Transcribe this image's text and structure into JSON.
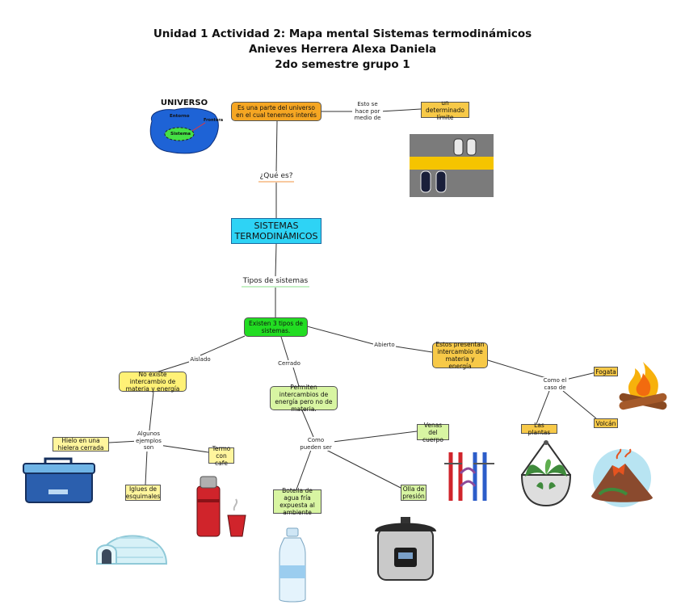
{
  "title": {
    "line1": "Unidad 1 Actividad 2: Mapa mental Sistemas termodinámicos",
    "line2": "Anieves Herrera Alexa Daniela",
    "line3": "2do semestre grupo 1"
  },
  "universe": {
    "title": "UNIVERSO",
    "entorno": "Entorno",
    "frontera": "Frontera",
    "sistema": "Sistema"
  },
  "nodes": {
    "definition": "Es una parte del universo en el cual tenemos interés",
    "limit": "un determinado límite",
    "main": "SISTEMAS TERMODINÁMICOS",
    "types": "Existen 3 tipos de sistemas.",
    "no_exchange": "No existe intercambio de materia y energía",
    "energy_exchange": "Permiten intercambios de energía pero no de materia.",
    "open_exchange": "Estos presentan intercambio de materia y energía",
    "hielo": "Hielo en una hielera cerrada",
    "termo": "Termo con cafe",
    "iglues": "Iglues de esquimales",
    "venas": "Venas del cuerpo",
    "botella": "Botella de agua fría expuesta al ambiente",
    "olla": "Olla de presión",
    "fogata": "Fogata",
    "plantas": "Las plantas",
    "volcan": "Volcán"
  },
  "labels": {
    "esto": "Esto se hace por medio de",
    "que_es": "¿Qué es?",
    "tipos": "Tipos de sistemas",
    "aislado": "Aislado",
    "cerrado": "Cerrado",
    "abierto": "Abierto",
    "ejemplos": "Algunos ejemplos son",
    "como_pueden": "Como pueden ser",
    "como_caso": "Como el caso de"
  },
  "colors": {
    "orange": "#f5a623",
    "yellow": "#fff176",
    "cyan": "#2ed3f5",
    "green": "#22dd22",
    "lightgreen": "#d8f5a2"
  }
}
